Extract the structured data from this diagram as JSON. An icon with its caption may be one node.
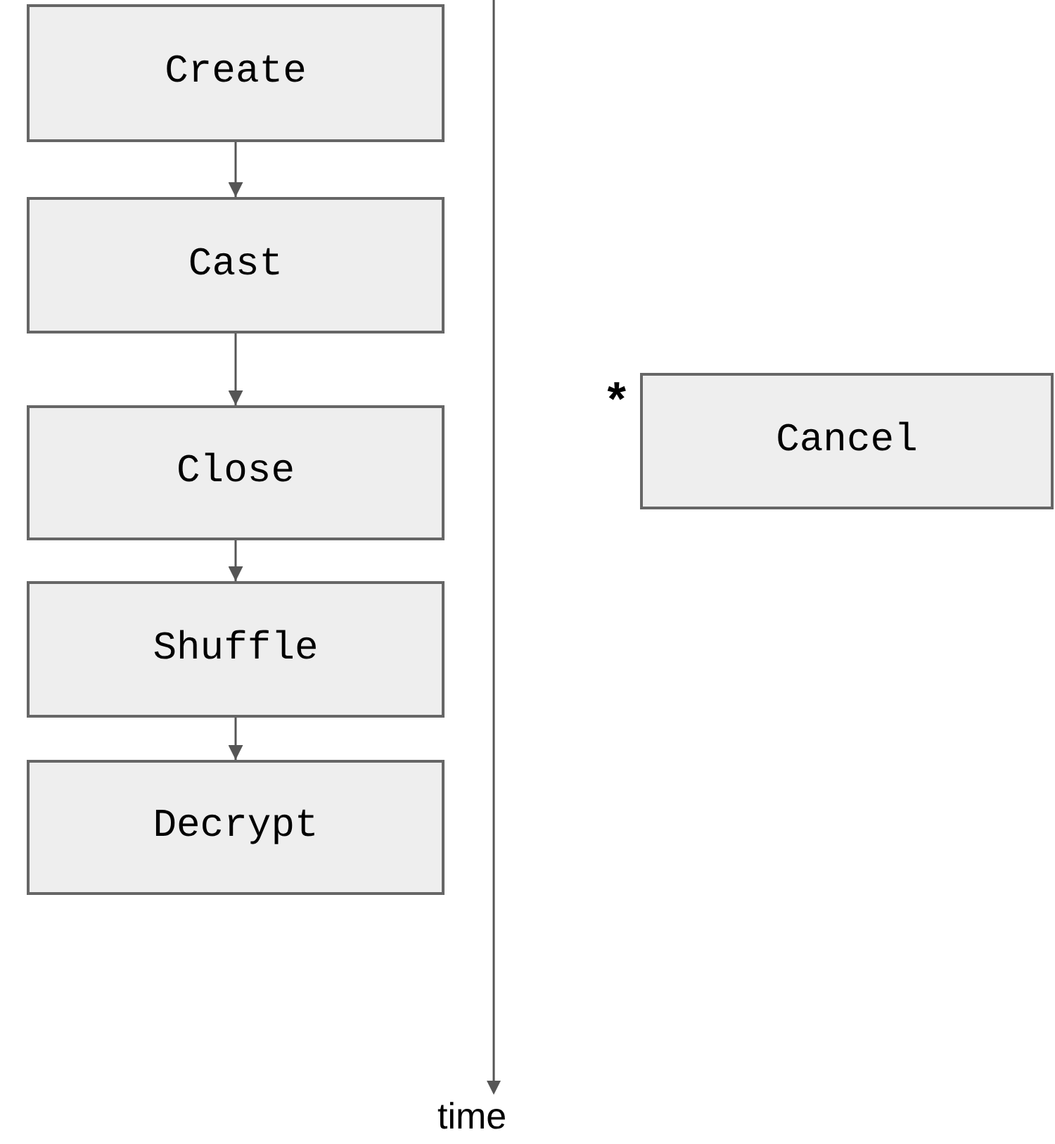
{
  "diagram": {
    "nodes": [
      {
        "text": [
          "Create"
        ]
      },
      {
        "text": [
          "Cast"
        ]
      },
      {
        "text": [
          "Close"
        ]
      },
      {
        "text": [
          "Shuffle"
        ]
      },
      {
        "text": [
          "Decrypt"
        ]
      },
      {
        "text": [
          "Cancel"
        ],
        "beside": [
          "*"
        ]
      }
    ],
    "edges": [
      {
        "from": 0,
        "to": 1,
        "arrow": "to"
      },
      {
        "from": 1,
        "to": 2,
        "arrow": "to"
      },
      {
        "from": 2,
        "to": 3,
        "arrow": "to"
      },
      {
        "from": 3,
        "to": 4,
        "arrow": "to"
      }
    ],
    "labels": [
      "time"
    ]
  }
}
